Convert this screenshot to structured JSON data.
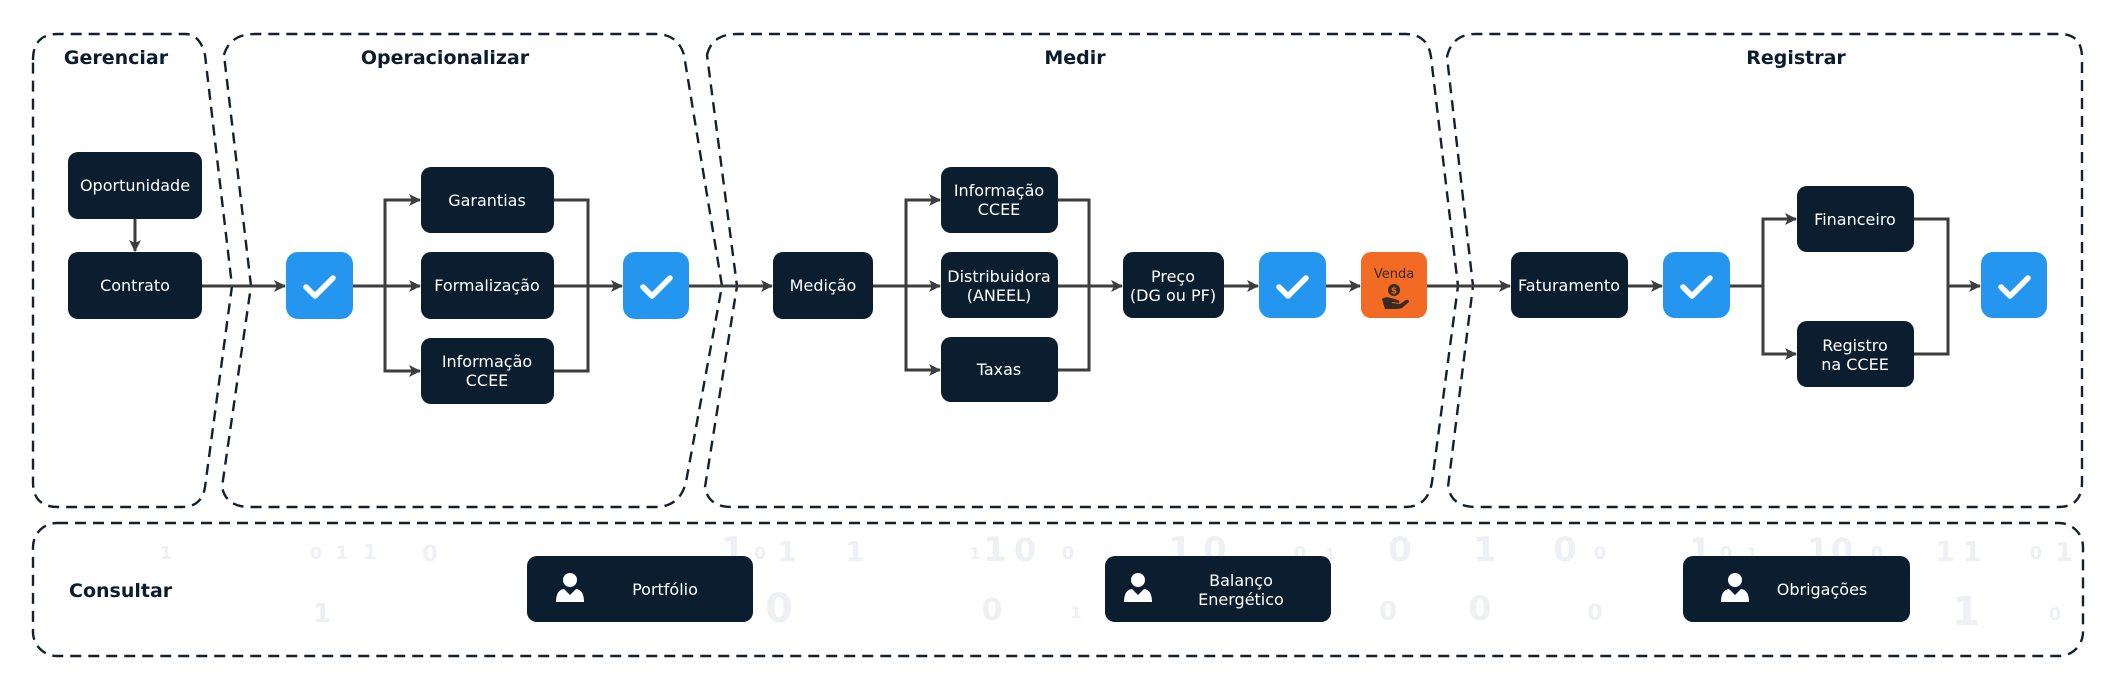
{
  "diagram": {
    "colors": {
      "node": "#0b1e2f",
      "check": "#2596ef",
      "sale": "#f26a24",
      "connector": "#3d3d3d",
      "border": "#14202e",
      "watermark": "#eef0f3"
    },
    "panels": {
      "gerenciar": "Gerenciar",
      "operacionalizar": "Operacionalizar",
      "medir": "Medir",
      "registrar": "Registrar",
      "consultar": "Consultar"
    },
    "nodes": {
      "oportunidade": "Oportunidade",
      "contrato": "Contrato",
      "garantias": "Garantias",
      "formalizacao": "Formalização",
      "info_ccee_1": [
        "Informação",
        "CCEE"
      ],
      "medicao": "Medição",
      "info_ccee_2": [
        "Informação",
        "CCEE"
      ],
      "distribuidora": [
        "Distribuidora",
        "(ANEEL)"
      ],
      "taxas": "Taxas",
      "preco": [
        "Preço",
        "(DG ou PF)"
      ],
      "venda": "Venda",
      "faturamento": "Faturamento",
      "financeiro": "Financeiro",
      "registro_ccee": [
        "Registro",
        "na CCEE"
      ]
    },
    "checkpoints": [
      "check-1",
      "check-2",
      "check-3",
      "check-4",
      "check-5"
    ],
    "icons": {
      "checkpoint": "check-icon",
      "sale": "hand-coin-icon",
      "consult": "person-icon"
    },
    "consultar_buttons": [
      {
        "label": [
          "Portfólio"
        ]
      },
      {
        "label": [
          "Balanço",
          "Energético"
        ]
      },
      {
        "label": [
          "Obrigações"
        ]
      }
    ],
    "watermark_digits": [
      "1",
      "0",
      "1",
      "1",
      "0",
      "1",
      "0",
      "1",
      "1",
      "1",
      "1",
      "0",
      "0",
      "1",
      "0",
      "0",
      "1",
      "0",
      "1",
      "0",
      "0",
      "1",
      "0",
      "1",
      "1",
      "0",
      "0",
      "1",
      "1",
      "0",
      "1",
      "1",
      "0",
      "0",
      "1",
      "0",
      "0",
      "0",
      "1",
      "0"
    ]
  }
}
